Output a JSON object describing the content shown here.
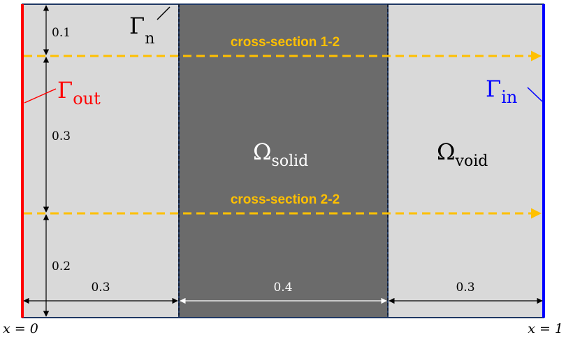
{
  "colors": {
    "void_fill": "#d9d9d9",
    "solid_fill": "#6b6b6b",
    "frame": "#1f3864",
    "out_boundary": "#ff0000",
    "in_boundary": "#0000ff",
    "cross_section": "#ffc000",
    "dimension": "#000000",
    "dimension_on_solid": "#ffffff"
  },
  "labels": {
    "gamma_n": {
      "symbol": "Γ",
      "subscript": "n"
    },
    "gamma_out": {
      "symbol": "Γ",
      "subscript": "out"
    },
    "gamma_in": {
      "symbol": "Γ",
      "subscript": "in"
    },
    "omega_solid": {
      "symbol": "Ω",
      "subscript": "solid"
    },
    "omega_void": {
      "symbol": "Ω",
      "subscript": "void"
    },
    "cross_section_1": "cross-section 1-2",
    "cross_section_2": "cross-section 2-2",
    "x_left": "x = 0",
    "x_right": "x = 1"
  },
  "dimensions": {
    "vertical": [
      "0.1",
      "0.3",
      "0.2"
    ],
    "horizontal": [
      "0.3",
      "0.4",
      "0.3"
    ]
  }
}
